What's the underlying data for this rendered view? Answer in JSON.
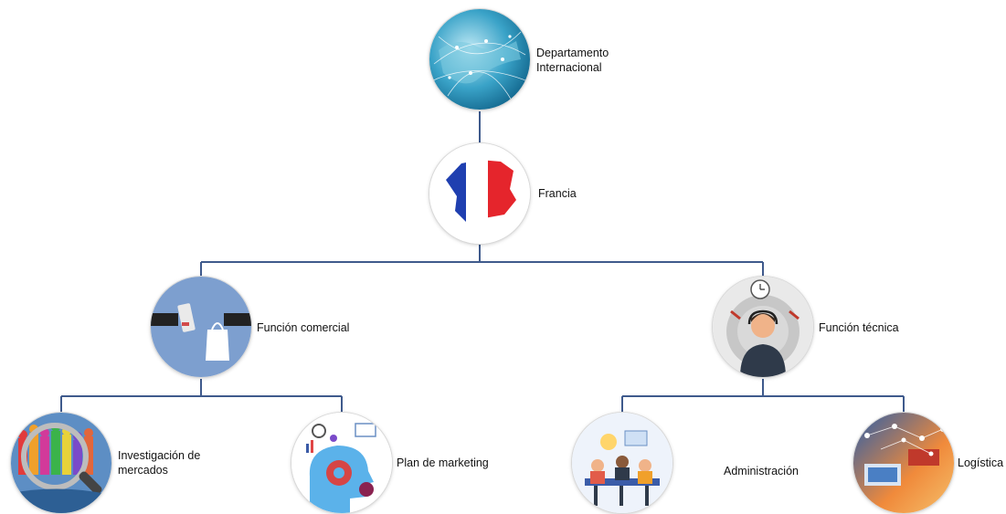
{
  "nodes": {
    "departamento": {
      "label_line1": "Departamento",
      "label_line2": "Internacional",
      "icon": "globe-network-icon"
    },
    "francia": {
      "label": "Francia",
      "icon": "france-flag-map-icon"
    },
    "comercial": {
      "label": "Función comercial",
      "icon": "card-exchange-icon"
    },
    "tecnica": {
      "label": "Función técnica",
      "icon": "support-agent-gears-icon"
    },
    "investigacion": {
      "label_line1": "Investigación de",
      "label_line2": "mercados",
      "icon": "magnifier-people-icon"
    },
    "marketing": {
      "label": "Plan de marketing",
      "icon": "head-gears-icon"
    },
    "administracion": {
      "label": "Administración",
      "icon": "team-meeting-icon"
    },
    "logistica": {
      "label": "Logística",
      "icon": "logistics-network-icon"
    }
  },
  "colors": {
    "connector": "#3f5a8c",
    "label_text": "#111111"
  }
}
